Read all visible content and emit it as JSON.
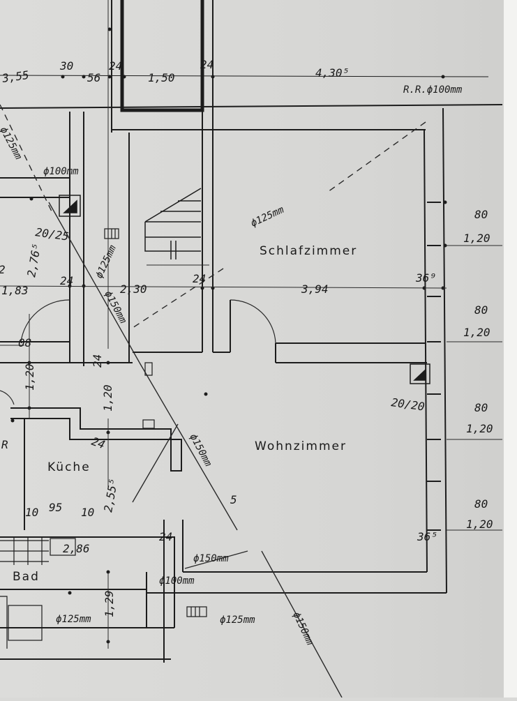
{
  "rooms": {
    "schlafzimmer": "Schlafzimmer",
    "wohnzimmer": "Wohnzimmer",
    "kueche": "Küche",
    "bad": "Bad"
  },
  "pipes": {
    "rr_top": "R.R.ϕ100mm",
    "p125_left": "ϕ125mm",
    "p100_left": "ϕ100mm",
    "p125_schlaf": "ϕ125mm",
    "p125_diag": "ϕ125mm",
    "p150_diag": "ϕ150mm",
    "p150_mid": "ϕ150mm",
    "p150_bath": "ϕ150mm",
    "p100_bath": "ϕ100mm",
    "p125_bad": "ϕ125mm",
    "p125_bottom": "ϕ125mm",
    "p150_bottom": "ϕ150mm"
  },
  "chimneys": {
    "left": "20/25",
    "right": "20/20"
  },
  "dimensions": {
    "d355": "3,55",
    "d30": "30",
    "d56": "56",
    "d24_top1": "24",
    "d150": "1,50",
    "d24_top2": "24",
    "d430": "4,30⁵",
    "d183": "1,83",
    "d24_l": "24",
    "d230": "2,30",
    "d24_m": "24",
    "d394": "3,94",
    "d369": "36⁹",
    "d2765": "2,76⁵",
    "d24_v": "24",
    "d120_a": "1,20",
    "d120_b": "1,20",
    "d08": "08",
    "d24_k": "24",
    "d2555": "2,55⁵",
    "d10": "10",
    "d95": "95",
    "d10b": "10",
    "d286": "2,86",
    "d24_bath": "24",
    "d129": "1,29",
    "d365": "36⁵",
    "d2": "2",
    "d5": "5",
    "r80_1": "80",
    "r120_1": "1,20",
    "r80_2": "80",
    "r120_2": "1,20",
    "r80_3": "80",
    "r120_3": "1,20",
    "r80_4": "80",
    "r120_4": "1,20",
    "r_left": "R"
  }
}
